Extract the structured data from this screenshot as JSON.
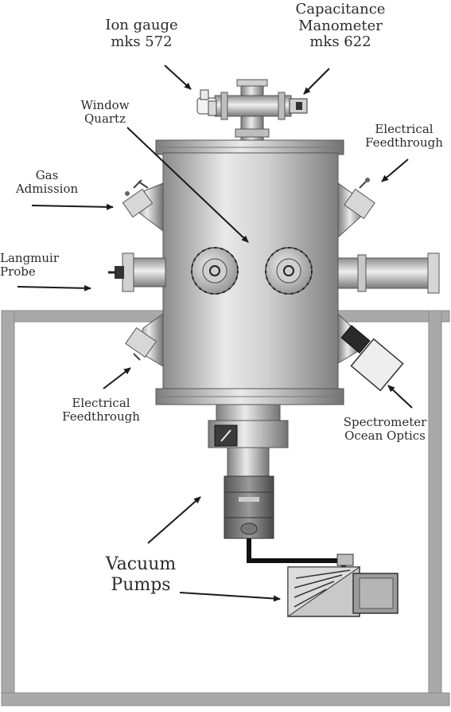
{
  "labels": {
    "ion_gauge": "Ion gauge\nmks 572",
    "capacitance_manometer": "Capacitance\nManometer\nmks 622",
    "window_quartz": "Window\nQuartz",
    "electrical_feedthrough_top": "Electrical\nFeedthrough",
    "gas_admission": "Gas\nAdmission",
    "langmuir_probe": "Langmuir\nProbe",
    "electrical_feedthrough_bottom": "Electrical\nFeedthrough",
    "spectrometer": "Spectrometer\nOcean Optics",
    "vacuum_pumps": "Vacuum\nPumps"
  },
  "colors": {
    "frame": "#a9a9a9",
    "steel_dark": "#7d7d7d",
    "steel_light": "#e6e6e6",
    "line": "#1a1a1a"
  }
}
